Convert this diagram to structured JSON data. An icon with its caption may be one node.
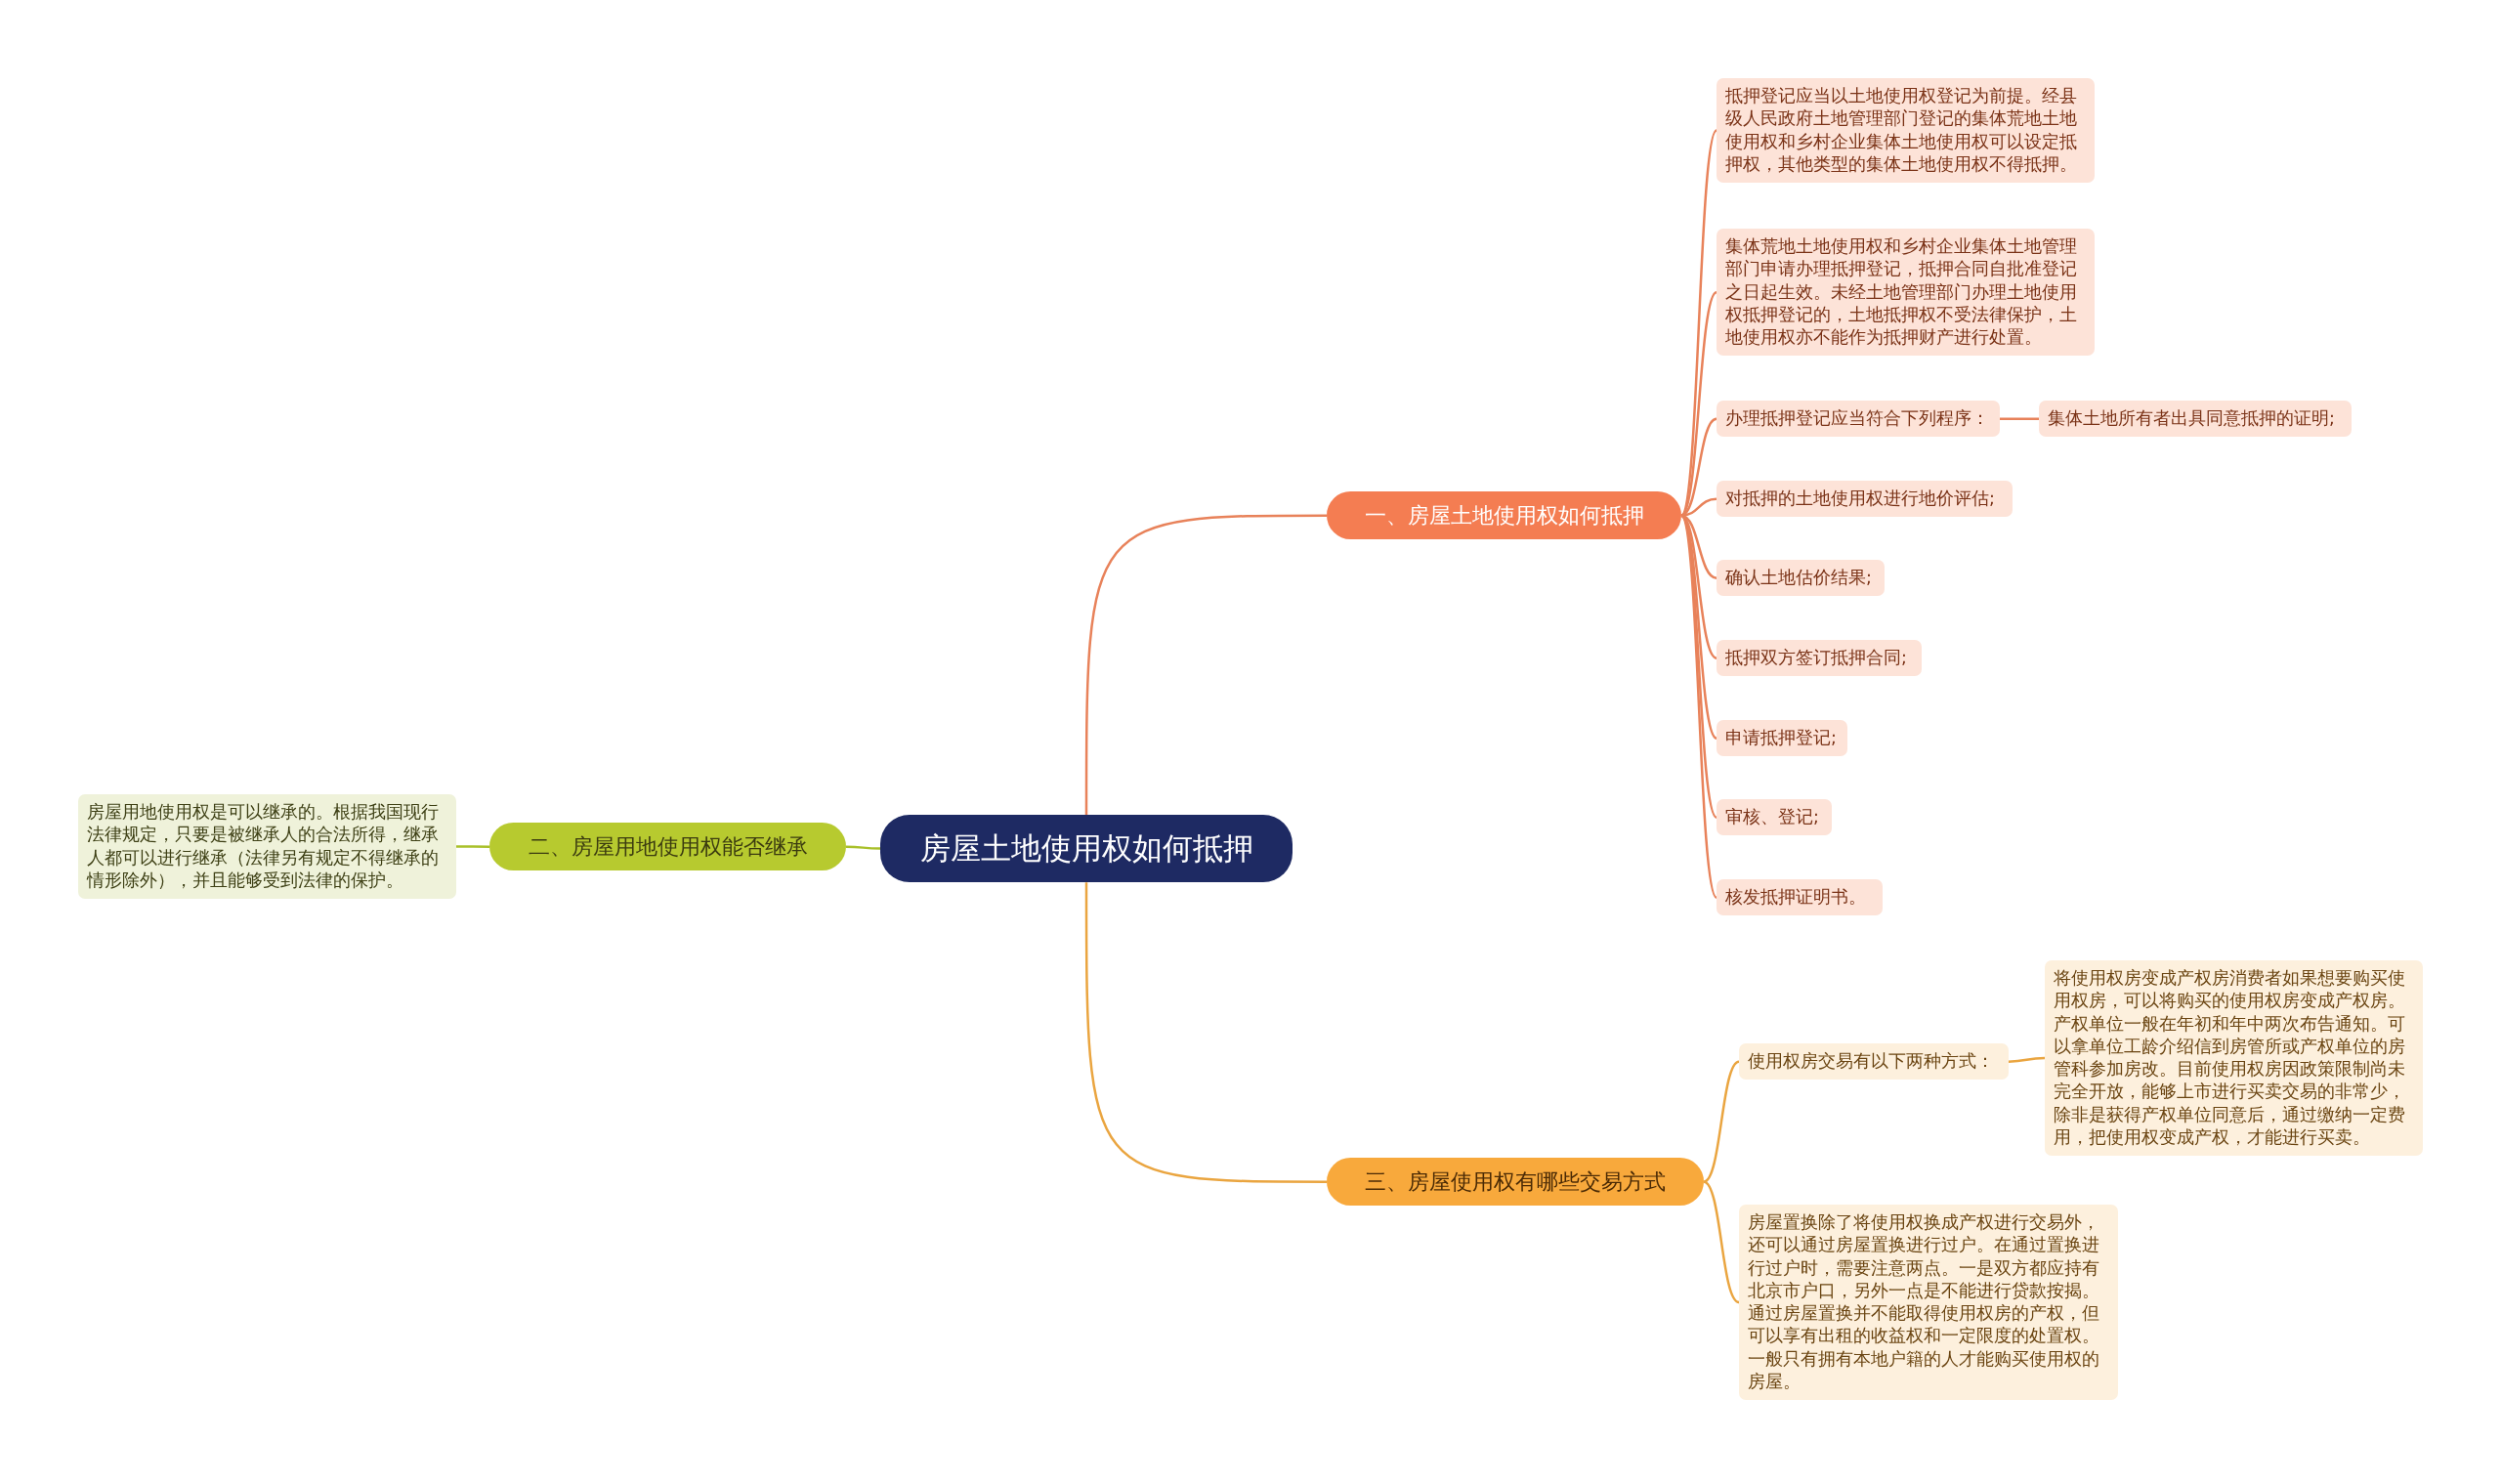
{
  "diagram": {
    "nodes": [
      {
        "text": [
          "房屋土地使用权如何抵押"
        ]
      },
      {
        "text": [
          "一、房屋土地使用权如何抵押"
        ]
      },
      {
        "text": [
          "抵押登记应当以土地使用权登记为前提。经县级人民政府土地管理部门登记的集体荒地土地使用权和乡村企业集体土地使用权可以设定抵押权，其他类型的集体土地使用权不得抵押。"
        ]
      },
      {
        "text": [
          "集体荒地土地使用权和乡村企业集体土地管理部门申请办理抵押登记，抵押合同自批准登记之日起生效。未经土地管理部门办理土地使用权抵押登记的，土地抵押权不受法律保护，土地使用权亦不能作为抵押财产进行处置。"
        ]
      },
      {
        "text": [
          "办理抵押登记应当符合下列程序："
        ]
      },
      {
        "text": [
          "集体土地所有者出具同意抵押的证明;"
        ]
      },
      {
        "text": [
          "对抵押的土地使用权进行地价评估;"
        ]
      },
      {
        "text": [
          "确认土地估价结果;"
        ]
      },
      {
        "text": [
          "抵押双方签订抵押合同;"
        ]
      },
      {
        "text": [
          "申请抵押登记;"
        ]
      },
      {
        "text": [
          "审核、登记;"
        ]
      },
      {
        "text": [
          "核发抵押证明书。"
        ]
      },
      {
        "text": [
          "二、房屋用地使用权能否继承"
        ]
      },
      {
        "text": [
          "房屋用地使用权是可以继承的。根据我国现行法律规定，只要是被继承人的合法所得，继承人都可以进行继承（法律另有规定不得继承的情形除外），并且能够受到法律的保护。"
        ]
      },
      {
        "text": [
          "三、房屋使用权有哪些交易方式"
        ]
      },
      {
        "text": [
          "使用权房交易有以下两种方式："
        ]
      },
      {
        "text": [
          "将使用权房变成产权房消费者如果想要购买使用权房，可以将购买的使用权房变成产权房。产权单位一般在年初和年中两次布告通知。可以拿单位工龄介绍信到房管所或产权单位的房管科参加房改。目前使用权房因政策限制尚未完全开放，能够上市进行买卖交易的非常少，除非是获得产权单位同意后，通过缴纳一定费用，把使用权变成产权，才能进行买卖。"
        ]
      },
      {
        "text": [
          "房屋置换除了将使用权换成产权进行交易外，还可以通过房屋置换进行过户。在通过置换进行过户时，需要注意两点。一是双方都应持有北京市户口，另外一点是不能进行贷款按揭。通过房屋置换并不能取得使用权房的产权，但可以享有出租的收益权和一定限度的处置权。一般只有拥有本地户籍的人才能购买使用权的房屋。"
        ]
      }
    ],
    "edges": [
      {
        "from": 0,
        "to": 1,
        "arrow": "none"
      },
      {
        "from": 1,
        "to": 2,
        "arrow": "none"
      },
      {
        "from": 1,
        "to": 3,
        "arrow": "none"
      },
      {
        "from": 1,
        "to": 4,
        "arrow": "none"
      },
      {
        "from": 4,
        "to": 5,
        "arrow": "none"
      },
      {
        "from": 1,
        "to": 6,
        "arrow": "none"
      },
      {
        "from": 1,
        "to": 7,
        "arrow": "none"
      },
      {
        "from": 1,
        "to": 8,
        "arrow": "none"
      },
      {
        "from": 1,
        "to": 9,
        "arrow": "none"
      },
      {
        "from": 1,
        "to": 10,
        "arrow": "none"
      },
      {
        "from": 1,
        "to": 11,
        "arrow": "none"
      },
      {
        "from": 0,
        "to": 12,
        "arrow": "none",
        "color": "#a9c02a"
      },
      {
        "from": 12,
        "to": 13,
        "arrow": "none",
        "color": "#a9c02a"
      },
      {
        "from": 0,
        "to": 14,
        "arrow": "none",
        "color": "#eaa540"
      },
      {
        "from": 14,
        "to": 15,
        "arrow": "none",
        "color": "#eaa540"
      },
      {
        "from": 15,
        "to": 16,
        "arrow": "none",
        "color": "#eaa540"
      },
      {
        "from": 14,
        "to": 17,
        "arrow": "none",
        "color": "#eaa540"
      }
    ]
  }
}
